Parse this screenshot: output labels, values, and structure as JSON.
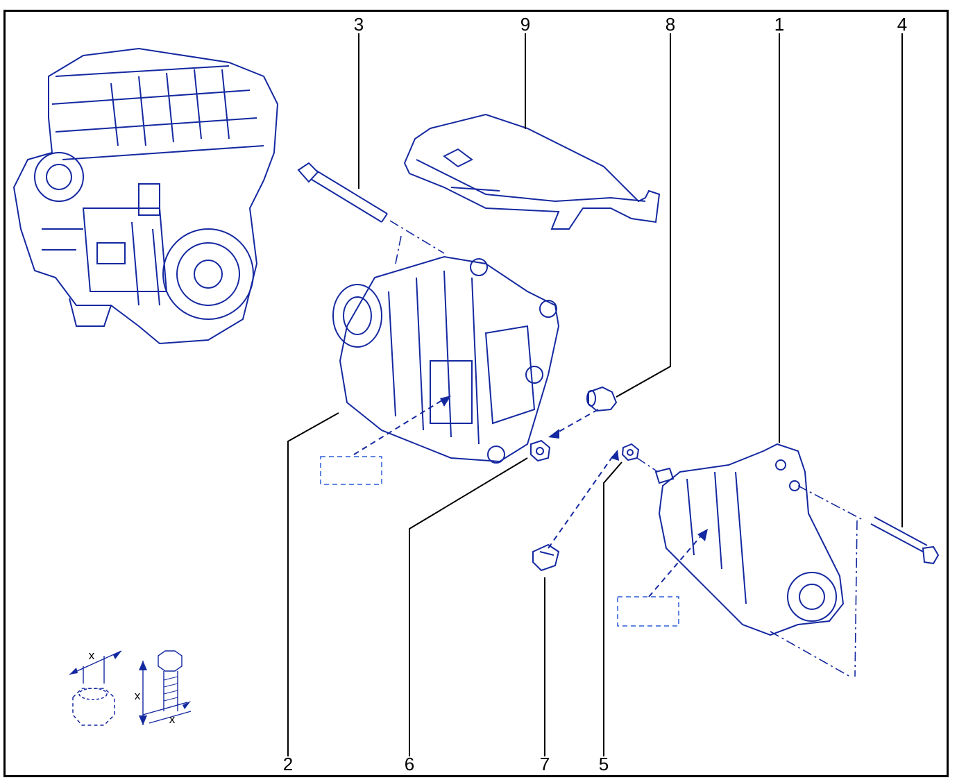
{
  "diagram": {
    "callouts": [
      "1",
      "2",
      "3",
      "4",
      "5",
      "6",
      "7",
      "8",
      "9"
    ],
    "dimension_labels": {
      "nut_x": "x",
      "bolt_x1": "x",
      "bolt_x2": "x"
    }
  },
  "colors": {
    "line_art": "#1428a0",
    "leader": "#000000",
    "frame": "#000000"
  }
}
